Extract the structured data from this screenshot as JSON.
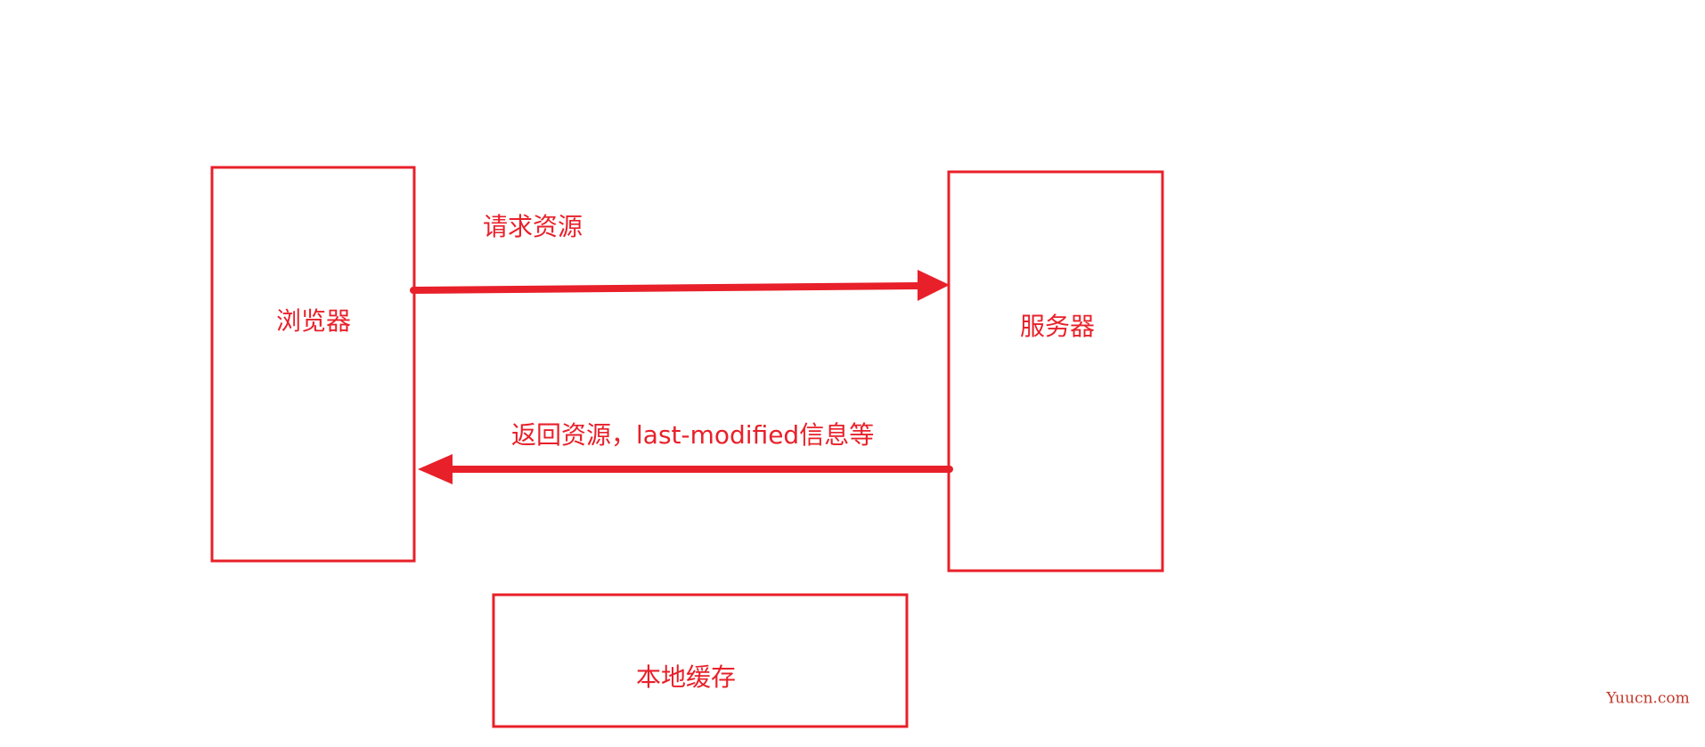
{
  "diagram": {
    "colors": {
      "stroke": "#e8202a",
      "text": "#e8202a",
      "watermark": "#c0392b",
      "background": "#ffffff"
    },
    "nodes": {
      "browser": {
        "label": "浏览器"
      },
      "server": {
        "label": "服务器"
      },
      "cache": {
        "label": "本地缓存"
      }
    },
    "edges": {
      "request": {
        "from": "browser",
        "to": "server",
        "label": "请求资源"
      },
      "response": {
        "from": "server",
        "to": "browser",
        "label": "返回资源，last-modified信息等"
      }
    }
  },
  "watermark": {
    "text": "Yuucn.com"
  }
}
